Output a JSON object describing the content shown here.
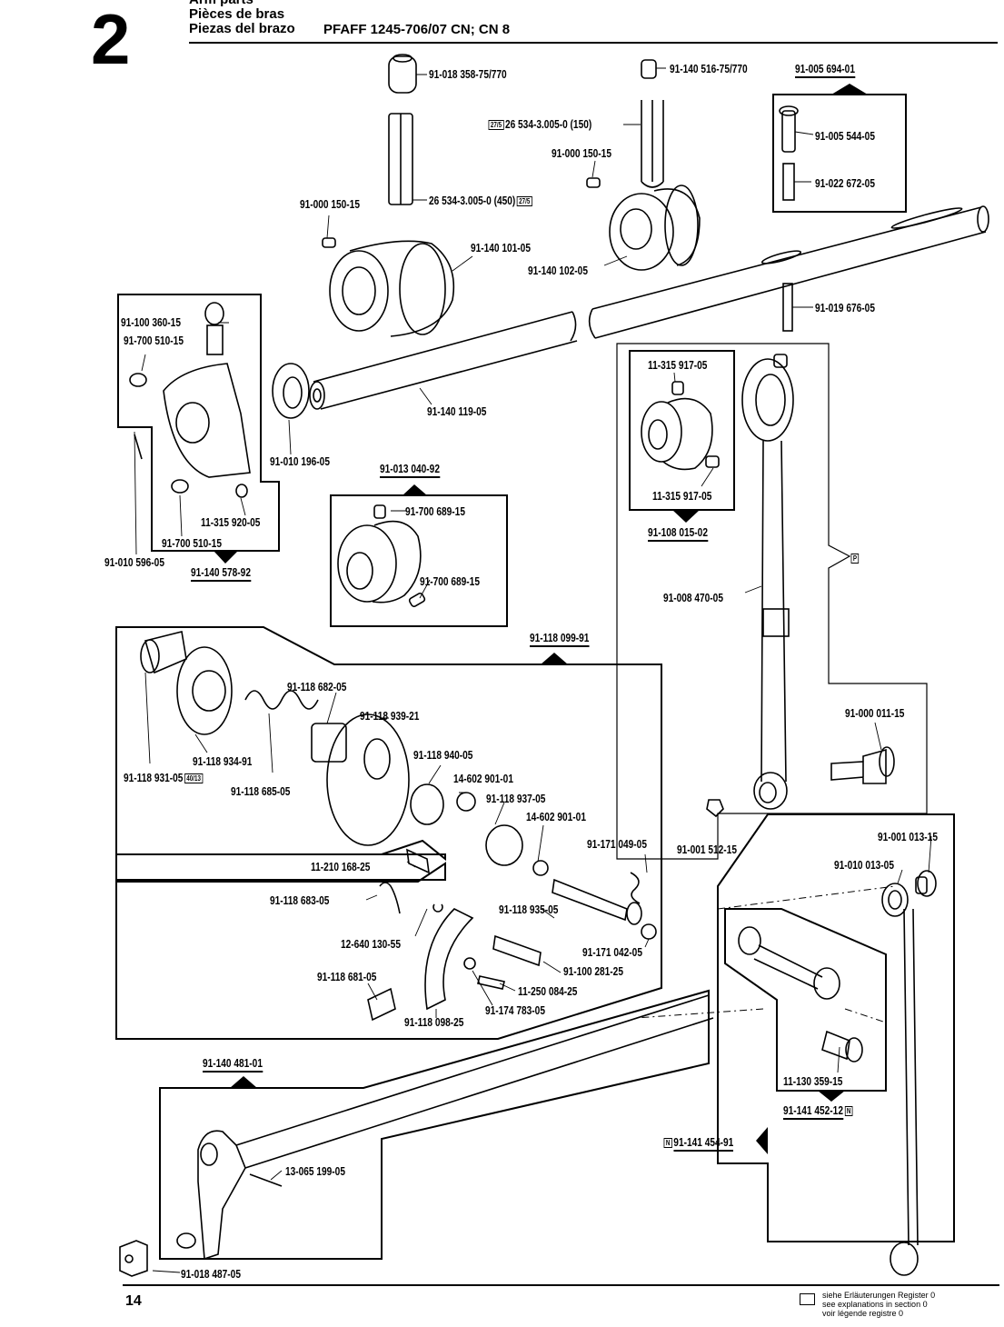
{
  "header": {
    "section_number": "2",
    "title_en": "Arm parts",
    "title_fr": "Pièces de bras",
    "title_es": "Piezas del brazo",
    "model": "PFAFF 1245-706/07 CN; CN 8"
  },
  "groups": {
    "g_91_005_694_01": "91-005 694-01",
    "g_91_140_578_92": "91-140 578-92",
    "g_91_013_040_92": "91-013 040-92",
    "g_91_108_015_02": "91-108 015-02",
    "g_91_118_099_91": "91-118 099-91",
    "g_91_140_481_01": "91-140 481-01",
    "g_91_141_452_12": "91-141 452-12",
    "g_91_141_454_91": "91-141 454-91"
  },
  "tags": {
    "ref_27_5": "27/5",
    "ref_40_13": "40/13",
    "ref_N": "N",
    "ref_P": "P"
  },
  "parts": {
    "p01": "91-018 358-75/770",
    "p02": "26 534-3.005-0 (150)",
    "p03": "91-000 150-15",
    "p04": "26 534-3.005-0 (450)",
    "p05": "91-000 150-15",
    "p06": "91-140 101-05",
    "p07": "91-140 102-05",
    "p08": "91-140 516-75/770",
    "p09": "91-005 544-05",
    "p10": "91-022 672-05",
    "p11": "91-019 676-05",
    "p12": "91-100 360-15",
    "p13": "91-700 510-15",
    "p14": "91-010 196-05",
    "p15": "91-140 119-05",
    "p16": "11-315 920-05",
    "p17": "91-700 510-15",
    "p18": "91-010 596-05",
    "p19": "91-700 689-15",
    "p20": "91-700 689-15",
    "p21": "11-315 917-05",
    "p22": "11-315 917-05",
    "p23": "91-008 470-05",
    "p24": "91-000 011-15",
    "p25": "91-001 512-15",
    "p26": "91-118 682-05",
    "p27": "91-118 939-21",
    "p28": "91-118 934-91",
    "p29": "91-118 931-05",
    "p30": "91-118 685-05",
    "p31": "91-118 940-05",
    "p32": "14-602 901-01",
    "p33": "91-118 937-05",
    "p34": "14-602 901-01",
    "p35": "91-171 049-05",
    "p36": "11-210 168-25",
    "p37": "91-118 683-05",
    "p38": "12-640 130-55",
    "p39": "91-118 935-05",
    "p40": "91-171 042-05",
    "p41": "91-100 281-25",
    "p42": "91-118 681-05",
    "p43": "11-250 084-25",
    "p44": "91-174 783-05",
    "p45": "91-118 098-25",
    "p46": "91-001 013-15",
    "p47": "91-010 013-05",
    "p48": "11-130 359-15",
    "p49": "13-065 199-05",
    "p50": "91-018 487-05"
  },
  "footer": {
    "page_number": "14",
    "legend_de": "siehe Erläuterungen Register 0",
    "legend_en": "see explanations in section 0",
    "legend_fr": "voir légende registre 0"
  }
}
